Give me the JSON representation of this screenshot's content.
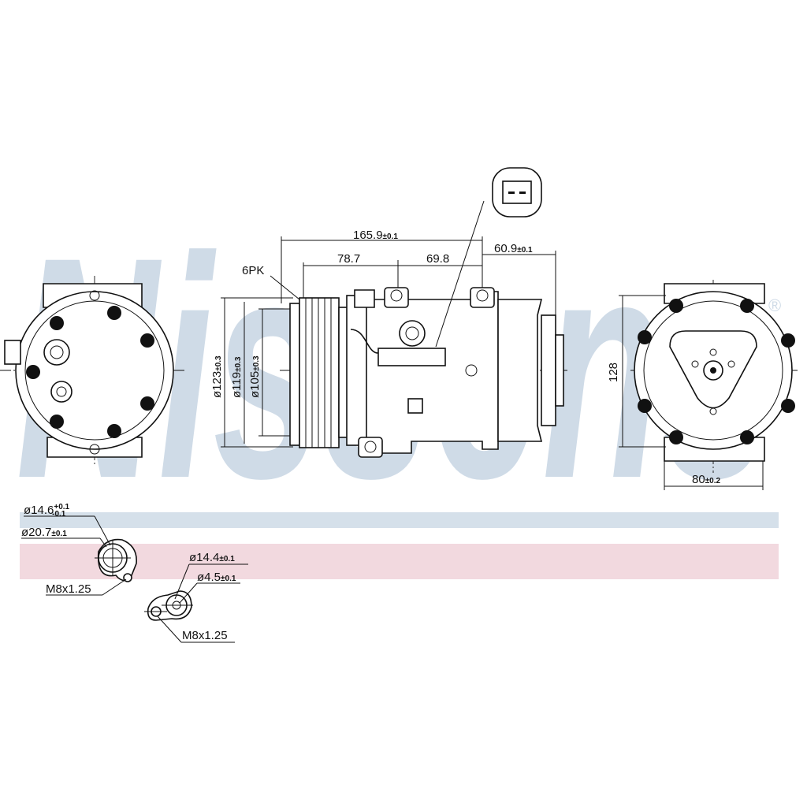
{
  "watermark": {
    "text": "Nissens",
    "registered_mark": "®",
    "color": "#cfdbe7"
  },
  "stripes": {
    "blue": "#d5e0ea",
    "pink": "#f2d9df"
  },
  "side_view": {
    "overall_length": {
      "value": "165.9",
      "tol": "±0.1"
    },
    "mount_front": {
      "value": "78.7"
    },
    "mount_rear": {
      "value": "69.8"
    },
    "rear_length": {
      "value": "60.9",
      "tol": "±0.1"
    },
    "belt": "6PK",
    "d1": {
      "value": "ø123",
      "tol": "±0.3"
    },
    "d2": {
      "value": "ø119",
      "tol": "±0.3"
    },
    "d3": {
      "value": "ø105",
      "tol": "±0.3"
    }
  },
  "rear_view": {
    "height": {
      "value": "128"
    },
    "width": {
      "value": "80",
      "tol": "±0.2"
    }
  },
  "port_suction": {
    "d_inner": {
      "value": "ø14.6",
      "tol_plus": "+0.1",
      "tol_minus": "-0.1"
    },
    "d_outer": {
      "value": "ø20.7",
      "tol": "±0.1"
    },
    "thread": "M8x1.25"
  },
  "port_discharge": {
    "d_outer": {
      "value": "ø14.4",
      "tol": "±0.1"
    },
    "d_inner": {
      "value": "ø4.5",
      "tol": "±0.1"
    },
    "thread": "M8x1.25"
  },
  "connector_icon": "two-pin-connector"
}
